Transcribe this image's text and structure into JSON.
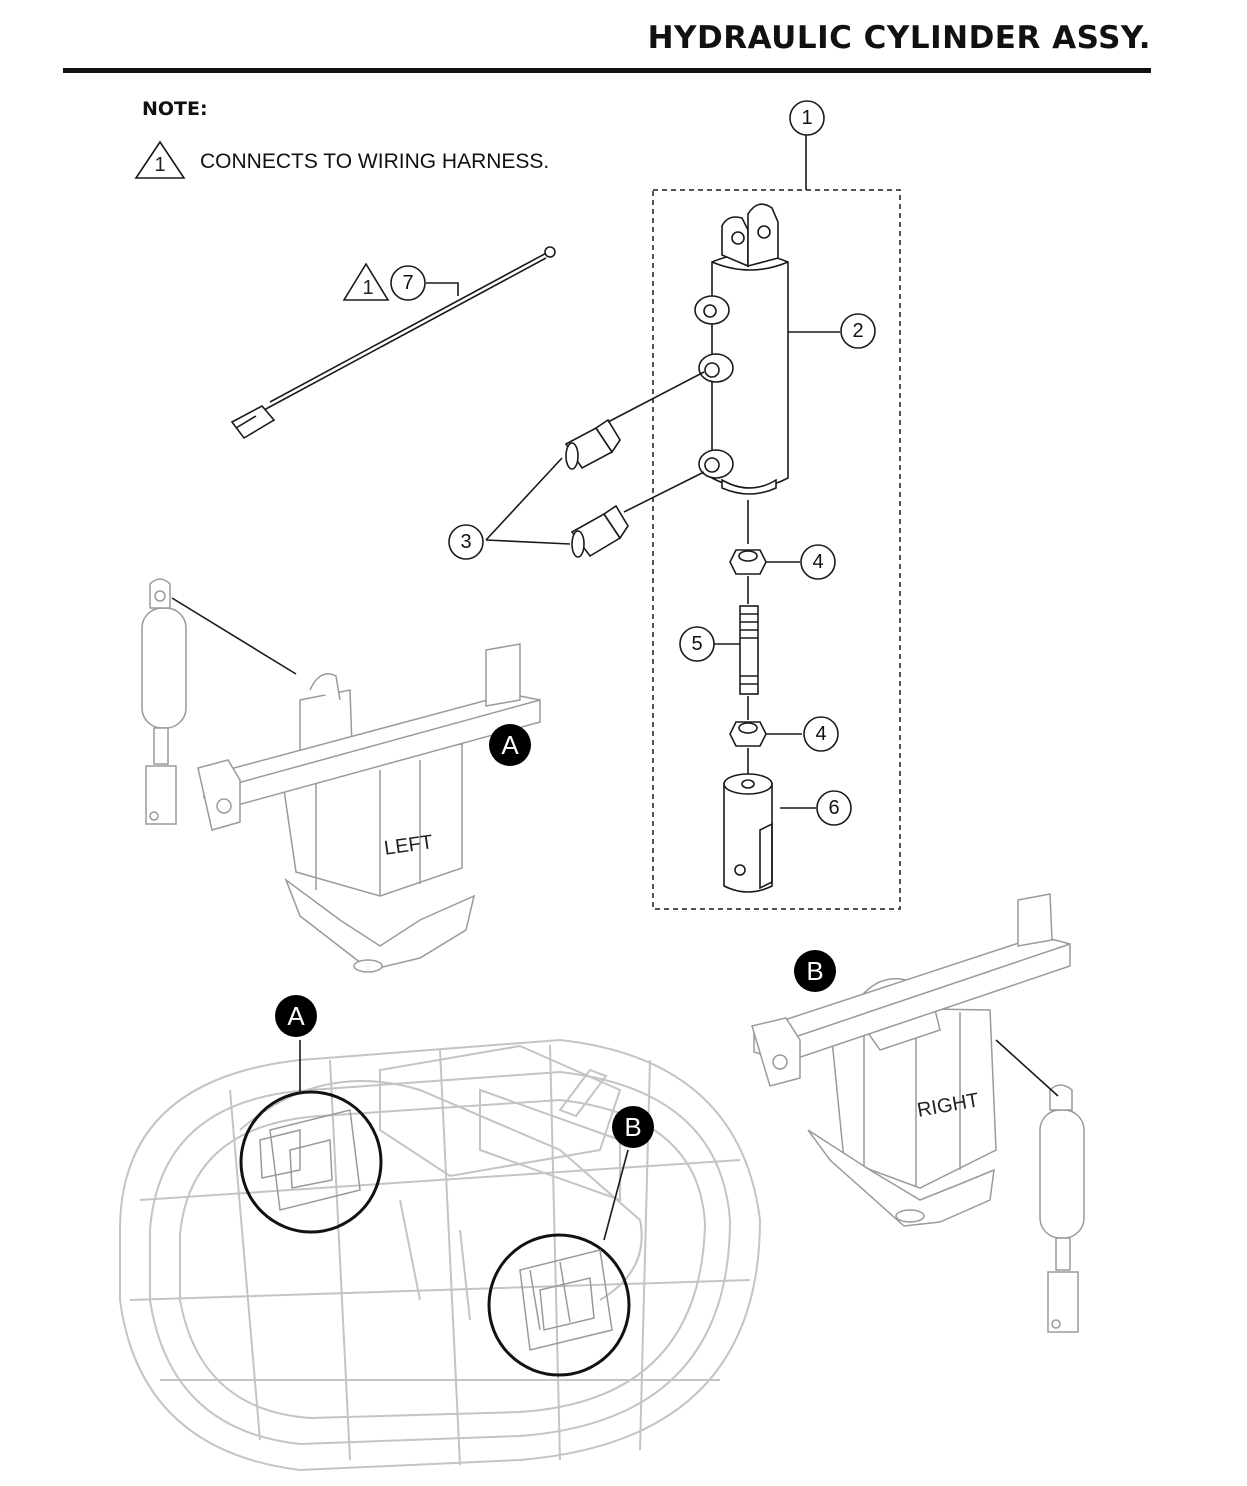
{
  "header": {
    "title": "HYDRAULIC CYLINDER ASSY."
  },
  "note": {
    "heading": "NOTE:",
    "symbol_number": "1",
    "text": "CONNECTS TO WIRING HARNESS."
  },
  "callouts": {
    "c1": "1",
    "c2": "2",
    "c3": "3",
    "c4a": "4",
    "c4b": "4",
    "c5": "5",
    "c6": "6",
    "c7": "7",
    "c7_note_symbol": "1"
  },
  "detail_markers": {
    "left_detail": "A",
    "right_detail": "B",
    "machine_a": "A",
    "machine_b": "B"
  },
  "gearbox_labels": {
    "left": "LEFT",
    "right": "RIGHT"
  }
}
